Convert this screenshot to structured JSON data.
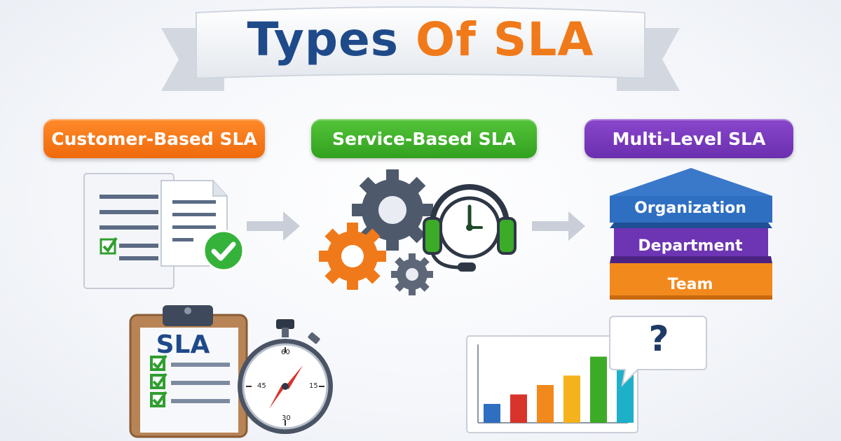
{
  "title": {
    "part1": "Types",
    "part2": "Of SLA"
  },
  "categories": [
    {
      "label": "Customer-Based SLA",
      "color": "#f07a1a"
    },
    {
      "label": "Service-Based SLA",
      "color": "#3cab27"
    },
    {
      "label": "Multi-Level SLA",
      "color": "#7a3bbf"
    }
  ],
  "hierarchy": {
    "levels": [
      {
        "label": "Organization",
        "color": "#2f6fc2"
      },
      {
        "label": "Department",
        "color": "#6d35b3"
      },
      {
        "label": "Team",
        "color": "#f2891c"
      }
    ]
  },
  "clipboard": {
    "title": "SLA"
  },
  "stopwatch": {
    "numbers": [
      "60",
      "15",
      "45",
      "30"
    ]
  },
  "speech_bubble": {
    "text": "?"
  },
  "bar_chart": {
    "values": [
      2,
      3,
      4,
      5,
      7,
      8
    ],
    "colors": [
      "#2f6fc2",
      "#d8342b",
      "#f2891c",
      "#f5b21c",
      "#3cab27",
      "#1eb0c8"
    ]
  },
  "icons": [
    "document-icon",
    "checkmark-icon",
    "gear-icon",
    "headset-icon",
    "clock-icon",
    "clipboard-icon",
    "stopwatch-icon",
    "bar-chart-icon",
    "speech-bubble-icon",
    "arrow-right-icon"
  ]
}
